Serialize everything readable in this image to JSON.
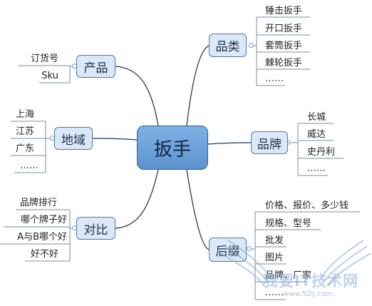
{
  "center": {
    "label": "扳手"
  },
  "branches": {
    "product": {
      "label": "产品",
      "leaves": [
        "订货号",
        "Sku"
      ]
    },
    "region": {
      "label": "地域",
      "leaves": [
        "上海",
        "江苏",
        "广东",
        "……"
      ]
    },
    "compare": {
      "label": "对比",
      "leaves": [
        "品牌排行",
        "哪个牌子好",
        "A与B哪个好",
        "好不好"
      ]
    },
    "category": {
      "label": "品类",
      "leaves": [
        "锤击扳手",
        "开口扳手",
        "套筒扳手",
        "棘轮扳手",
        "……"
      ]
    },
    "brand": {
      "label": "品牌",
      "leaves": [
        "长城",
        "威达",
        "史丹利",
        "……"
      ]
    },
    "suffix": {
      "label": "后缀",
      "leaves": [
        "价格、报价、多少钱",
        "规格、型号",
        "批发",
        "图片",
        "品牌、厂家",
        "……"
      ]
    }
  },
  "watermark": {
    "text": "我要IT技术网",
    "url": "www.52ij.com"
  },
  "colors": {
    "node_fill": "#dbe8f8",
    "node_border": "#4f77a8",
    "center_fill": "#6fa3db",
    "connector": "#1f3b5a",
    "leaf_line": "#7a8ea8"
  }
}
